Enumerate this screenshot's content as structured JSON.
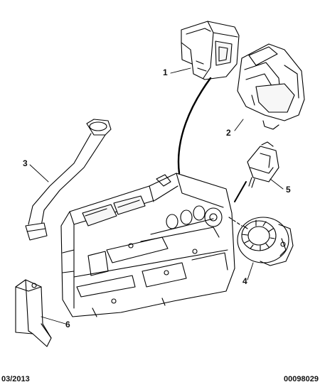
{
  "callouts": {
    "c1": "1",
    "c2": "2",
    "c3": "3",
    "c4": "4",
    "c5": "5",
    "c6": "6"
  },
  "footer": {
    "date": "03/2013",
    "code": "00098029"
  }
}
